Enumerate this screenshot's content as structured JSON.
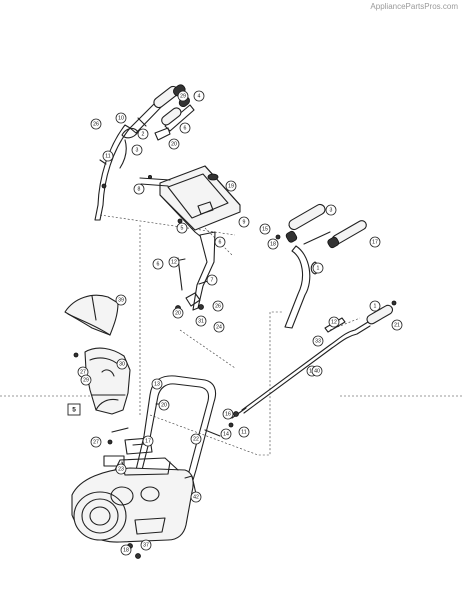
{
  "watermark": "AppliancePartsPros.com",
  "diagram_ref": "5",
  "callouts": [
    "26",
    "10",
    "2",
    "4",
    "29",
    "6",
    "20",
    "3",
    "11",
    "8",
    "19",
    "9",
    "6",
    "1",
    "3",
    "17",
    "18",
    "15",
    "5",
    "6",
    "12",
    "7",
    "20",
    "31",
    "26",
    "24",
    "21",
    "1",
    "12",
    "33",
    "19",
    "40",
    "39",
    "20",
    "16",
    "11",
    "14",
    "13",
    "30",
    "27",
    "29",
    "22",
    "27",
    "17",
    "23",
    "42",
    "18",
    "37"
  ]
}
